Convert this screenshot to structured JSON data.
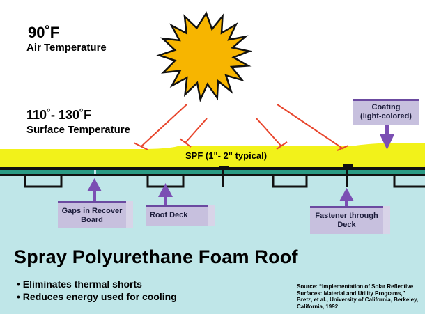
{
  "air": {
    "temp": "90˚F",
    "label": "Air Temperature"
  },
  "surface": {
    "temp": "110˚- 130˚F",
    "label": "Surface Temperature"
  },
  "layers": {
    "spf": "SPF (1\"- 2\" typical)",
    "coating": "Coating (light-colored)"
  },
  "callouts": {
    "gaps": "Gaps in Recover Board",
    "roof_deck": "Roof Deck",
    "fastener": "Fastener through Deck",
    "coating_line1": "Coating",
    "coating_line2": "(light-colored)",
    "gaps_line1": "Gaps in Recover",
    "gaps_line2": "Board",
    "fastener_line1": "Fastener through",
    "fastener_line2": "Deck"
  },
  "title": "Spray Polyurethane Foam Roof",
  "bullets": [
    "• Eliminates thermal shorts",
    "• Reduces energy used for cooling"
  ],
  "source": {
    "line1": "Source: “Implementation of Solar Reflective",
    "line2": "Surfaces: Material and Utility Programs,”",
    "line3": "Bretz, et al., University of California, Berkeley,",
    "line4": "California, 1992"
  },
  "colors": {
    "sun": "#f7b500",
    "sun_outline": "#000000",
    "foam": "#f2f21a",
    "membrane": "#2a9b84",
    "deck_area": "#bfe6e8",
    "ray": "#e8452c",
    "arrow": "#7b4fb3"
  }
}
